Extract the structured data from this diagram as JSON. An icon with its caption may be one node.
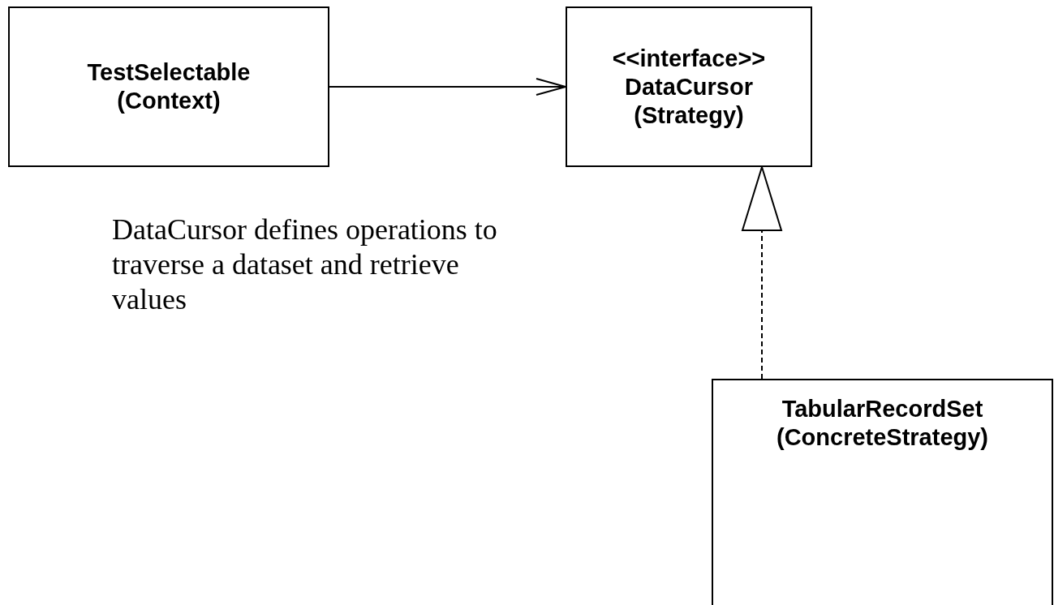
{
  "diagram": {
    "nodes": [
      {
        "text": [
          "TestSelectable",
          "(Context)"
        ]
      },
      {
        "text": [
          "<<interface>>",
          "DataCursor",
          "(Strategy)"
        ]
      },
      {
        "text": [
          "TabularRecordSet",
          "(ConcreteStrategy)"
        ]
      }
    ],
    "edges": [
      {
        "from": 0,
        "to": 1,
        "arrow": "to"
      },
      {
        "from": 2,
        "to": 1,
        "arrow": "to",
        "style": "dashed"
      }
    ],
    "labels": [
      "DataCursor defines operations to traverse a dataset and retrieve values"
    ]
  }
}
